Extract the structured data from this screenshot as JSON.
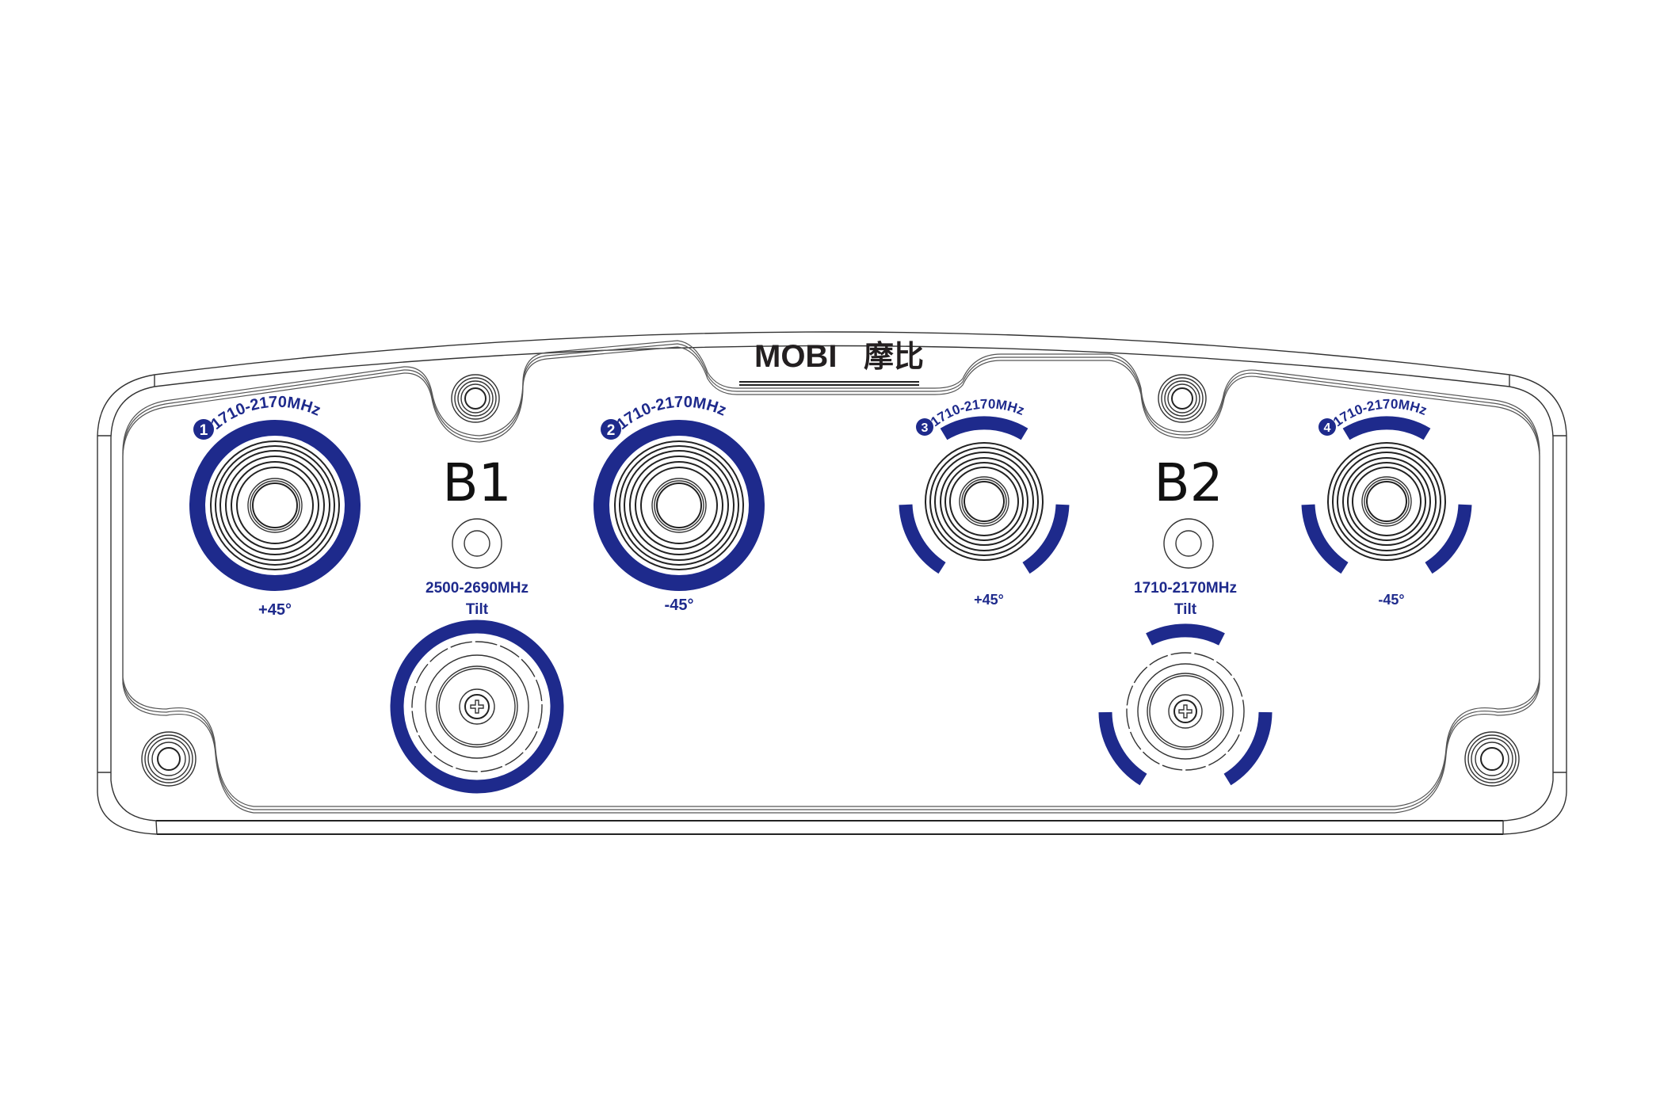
{
  "brand": {
    "logo_text": "MOBI",
    "logo_cjk": "摩比"
  },
  "colors": {
    "accent_blue": "#1e2a8c",
    "line": "#222222",
    "background": "#ffffff"
  },
  "banks": [
    {
      "id": "B1",
      "label": "B1"
    },
    {
      "id": "B2",
      "label": "B2"
    }
  ],
  "ports": [
    {
      "number": "1",
      "band": "1710-2170MHz",
      "polarization": "+45°",
      "style": "full-ring"
    },
    {
      "number": "2",
      "band": "1710-2170MHz",
      "polarization": "-45°",
      "style": "full-ring"
    },
    {
      "number": "3",
      "band": "1710-2170MHz",
      "polarization": "+45°",
      "style": "segmented-ring"
    },
    {
      "number": "4",
      "band": "1710-2170MHz",
      "polarization": "-45°",
      "style": "segmented-ring"
    }
  ],
  "tilt_ports": [
    {
      "bank": "B1",
      "band": "2500-2690MHz",
      "label": "Tilt",
      "style": "full-ring"
    },
    {
      "bank": "B2",
      "band": "1710-2170MHz",
      "label": "Tilt",
      "style": "segmented-ring"
    }
  ]
}
